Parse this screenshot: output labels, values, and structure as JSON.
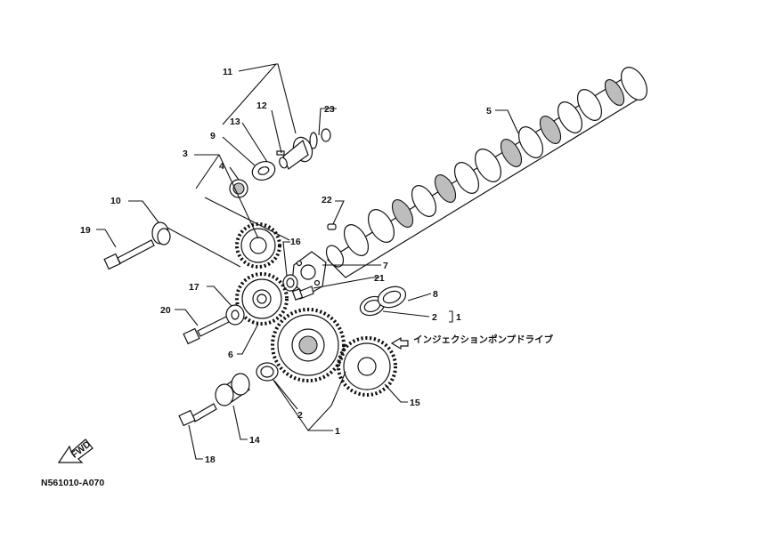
{
  "callouts": {
    "n1": "1",
    "n1b": "1",
    "n2a": "2",
    "n2b": "2",
    "n3": "3",
    "n4": "4",
    "n5": "5",
    "n6": "6",
    "n7": "7",
    "n8": "8",
    "n9": "9",
    "n10": "10",
    "n11": "11",
    "n12": "12",
    "n13": "13",
    "n14": "14",
    "n15": "15",
    "n16": "16",
    "n17": "17",
    "n18": "18",
    "n19": "19",
    "n20": "20",
    "n21": "21",
    "n22": "22",
    "n23": "23"
  },
  "injection_pump_drive": "インジェクションポンプドライブ",
  "fwd_label": "FWD",
  "diagram_code": "N561010-A070"
}
